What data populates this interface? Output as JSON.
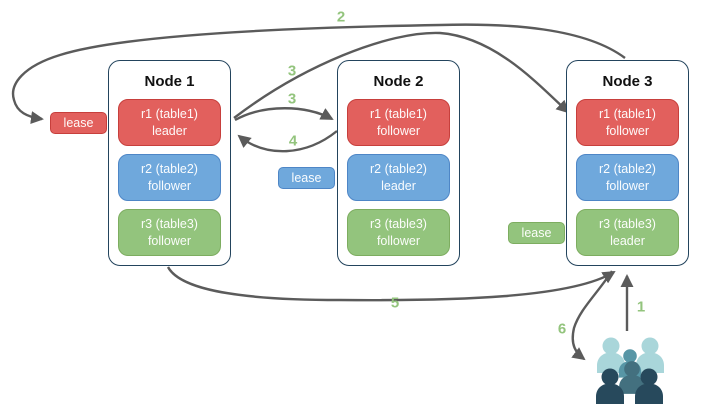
{
  "diagram": {
    "nodes": [
      {
        "title": "Node 1",
        "replicas": [
          {
            "label": "r1 (table1)",
            "role": "leader",
            "color": "red"
          },
          {
            "label": "r2 (table2)",
            "role": "follower",
            "color": "blue"
          },
          {
            "label": "r3 (table3)",
            "role": "follower",
            "color": "green"
          }
        ]
      },
      {
        "title": "Node 2",
        "replicas": [
          {
            "label": "r1 (table1)",
            "role": "follower",
            "color": "red"
          },
          {
            "label": "r2 (table2)",
            "role": "leader",
            "color": "blue"
          },
          {
            "label": "r3 (table3)",
            "role": "follower",
            "color": "green"
          }
        ]
      },
      {
        "title": "Node 3",
        "replicas": [
          {
            "label": "r1 (table1)",
            "role": "follower",
            "color": "red"
          },
          {
            "label": "r2 (table2)",
            "role": "follower",
            "color": "blue"
          },
          {
            "label": "r3 (table3)",
            "role": "leader",
            "color": "green"
          }
        ]
      }
    ],
    "leases": {
      "red": {
        "label": "lease"
      },
      "blue": {
        "label": "lease"
      },
      "green": {
        "label": "lease"
      }
    },
    "steps": {
      "s1": "1",
      "s2": "2",
      "s3a": "3",
      "s3b": "3",
      "s4": "4",
      "s5": "5",
      "s6": "6"
    },
    "colors": {
      "red_fill": "#e2605d",
      "red_border": "#c73f3c",
      "blue_fill": "#6fa8dc",
      "blue_border": "#4e86c6",
      "green_fill": "#93c47d",
      "green_border": "#7dad60",
      "node_border": "#23445d",
      "arrow": "#5b5b5b",
      "step_label": "#93c47d",
      "users_light": "#a9d6da",
      "users_mid": "#5796a6",
      "users_slate": "#43707f",
      "users_dark": "#27495c"
    }
  }
}
